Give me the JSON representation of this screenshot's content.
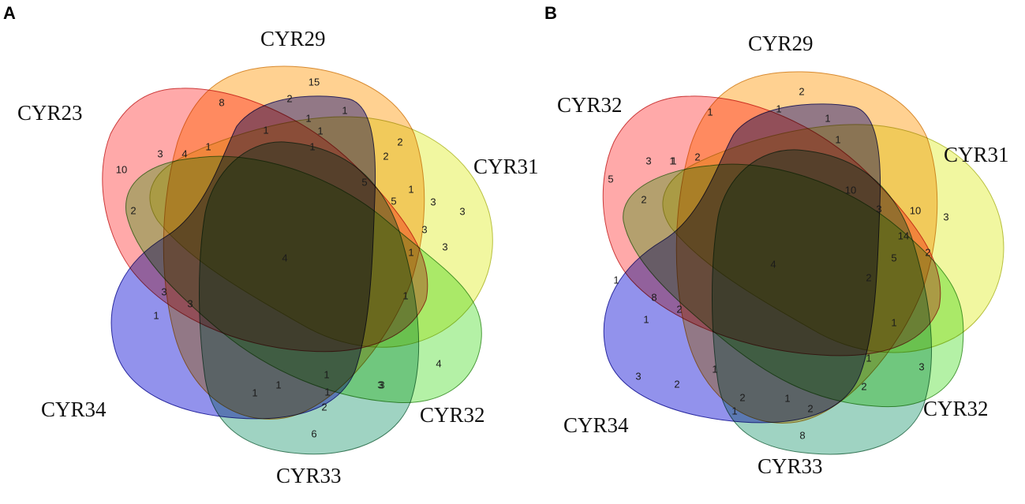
{
  "panels": [
    {
      "letter": "A",
      "set_labels": [
        "CYR29",
        "CYR23",
        "CYR31",
        "CYR34",
        "CYR32",
        "CYR33"
      ],
      "counts": [
        "15",
        "8",
        "2",
        "1",
        "1",
        "1",
        "1",
        "1",
        "3",
        "4",
        "1",
        "10",
        "2",
        "2",
        "2",
        "5",
        "1",
        "3",
        "5",
        "3",
        "3",
        "4",
        "3",
        "1",
        "3",
        "1",
        "3",
        "1",
        "3",
        "1",
        "1",
        "1",
        "1",
        "2",
        "3",
        "4",
        "6"
      ]
    },
    {
      "letter": "B",
      "set_labels": [
        "CYR29",
        "CYR32",
        "CYR31",
        "CYR34",
        "CYR32",
        "CYR33"
      ],
      "counts": [
        "2",
        "1",
        "1",
        "1",
        "1",
        "1",
        "3",
        "1",
        "2",
        "5",
        "2",
        "10",
        "3",
        "10",
        "14",
        "2",
        "5",
        "3",
        "4",
        "1",
        "8",
        "2",
        "1",
        "2",
        "1",
        "3",
        "1",
        "2",
        "1",
        "2",
        "2",
        "1",
        "3",
        "1",
        "2",
        "8"
      ]
    }
  ],
  "colors": {
    "red": "#ff6f6f",
    "orange": "#ffb347",
    "yellow": "#e8f260",
    "green": "#82e86a",
    "teal": "#5fb59a",
    "blue": "#4a4ae0"
  }
}
